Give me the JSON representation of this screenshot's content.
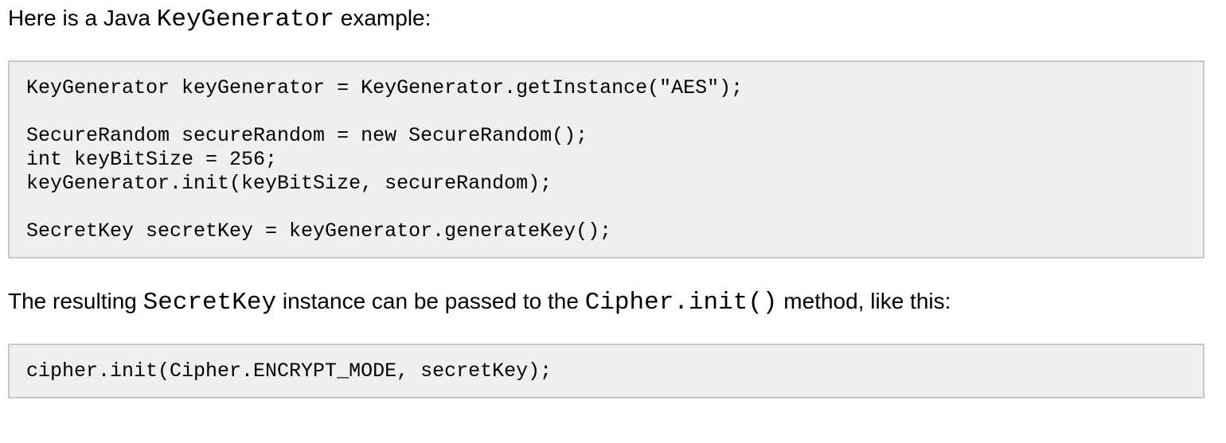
{
  "colors": {
    "page_background": "#ffffff",
    "text": "#000000",
    "code_block_background": "#efefef",
    "code_block_border": "#c9c9c9"
  },
  "intro_paragraph": {
    "text_before": "Here is a Java ",
    "code": "KeyGenerator",
    "text_after": " example:"
  },
  "code_blocks": {
    "keygenerator_example": "KeyGenerator keyGenerator = KeyGenerator.getInstance(\"AES\");\n\nSecureRandom secureRandom = new SecureRandom();\nint keyBitSize = 256;\nkeyGenerator.init(keyBitSize, secureRandom);\n\nSecretKey secretKey = keyGenerator.generateKey();",
    "cipher_init_example": "cipher.init(Cipher.ENCRYPT_MODE, secretKey);"
  },
  "cipher_paragraph": {
    "text1": "The resulting ",
    "code1": "SecretKey",
    "text2": " instance can be passed to the ",
    "code2": "Cipher.init()",
    "text3": " method, like this:"
  }
}
